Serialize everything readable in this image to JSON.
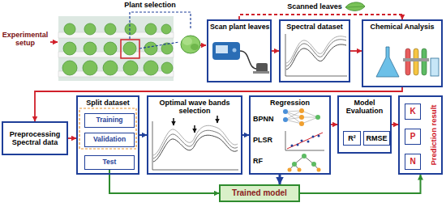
{
  "diagram": {
    "nodes": [
      {
        "text": [
          "Scan plant leaves"
        ]
      },
      {
        "text": [
          "Spectral dataset"
        ]
      },
      {
        "text": [
          "Chemical Analysis"
        ]
      },
      {
        "text": [
          "Preprocessing Spectral data"
        ]
      },
      {
        "text": [
          "Split dataset"
        ]
      },
      {
        "text": [
          "Training"
        ],
        "in": 4
      },
      {
        "text": [
          "Validation"
        ],
        "in": 4
      },
      {
        "text": [
          "Test"
        ],
        "in": 4
      },
      {
        "text": [
          "Optimal wave bands selection"
        ]
      },
      {
        "text": [
          "Regression",
          "BPNN",
          "PLSR",
          "RF"
        ]
      },
      {
        "text": [
          "Model Evaluation"
        ]
      },
      {
        "text": [
          "R²"
        ],
        "in": 10
      },
      {
        "text": [
          "RMSE"
        ],
        "in": 10
      },
      {
        "text": [
          "Prediction result"
        ]
      },
      {
        "text": [
          "K"
        ],
        "in": 13
      },
      {
        "text": [
          "P"
        ],
        "in": 13
      },
      {
        "text": [
          "N"
        ],
        "in": 13
      },
      {
        "text": [
          "Trained model"
        ]
      }
    ],
    "edges": [
      {
        "from": 0,
        "to": 1,
        "arrow": "to"
      },
      {
        "from": 1,
        "to": 2,
        "arrow": "to"
      },
      {
        "from": 0,
        "to": 2,
        "arrow": "to"
      },
      {
        "from": 2,
        "to": 3,
        "arrow": "to"
      },
      {
        "from": 3,
        "to": 4,
        "arrow": "to"
      },
      {
        "from": 4,
        "to": 8,
        "arrow": "to"
      },
      {
        "from": 8,
        "to": 9,
        "arrow": "to"
      },
      {
        "from": 9,
        "to": 10,
        "arrow": "to"
      },
      {
        "from": 10,
        "to": 13,
        "arrow": "to"
      },
      {
        "from": 9,
        "to": 17,
        "arrow": "to"
      },
      {
        "from": 7,
        "to": 17,
        "arrow": "to"
      },
      {
        "from": 17,
        "to": 13,
        "arrow": "to"
      }
    ],
    "labels": [
      "Experimental setup",
      "Plant selection",
      "Scanned leaves"
    ]
  }
}
